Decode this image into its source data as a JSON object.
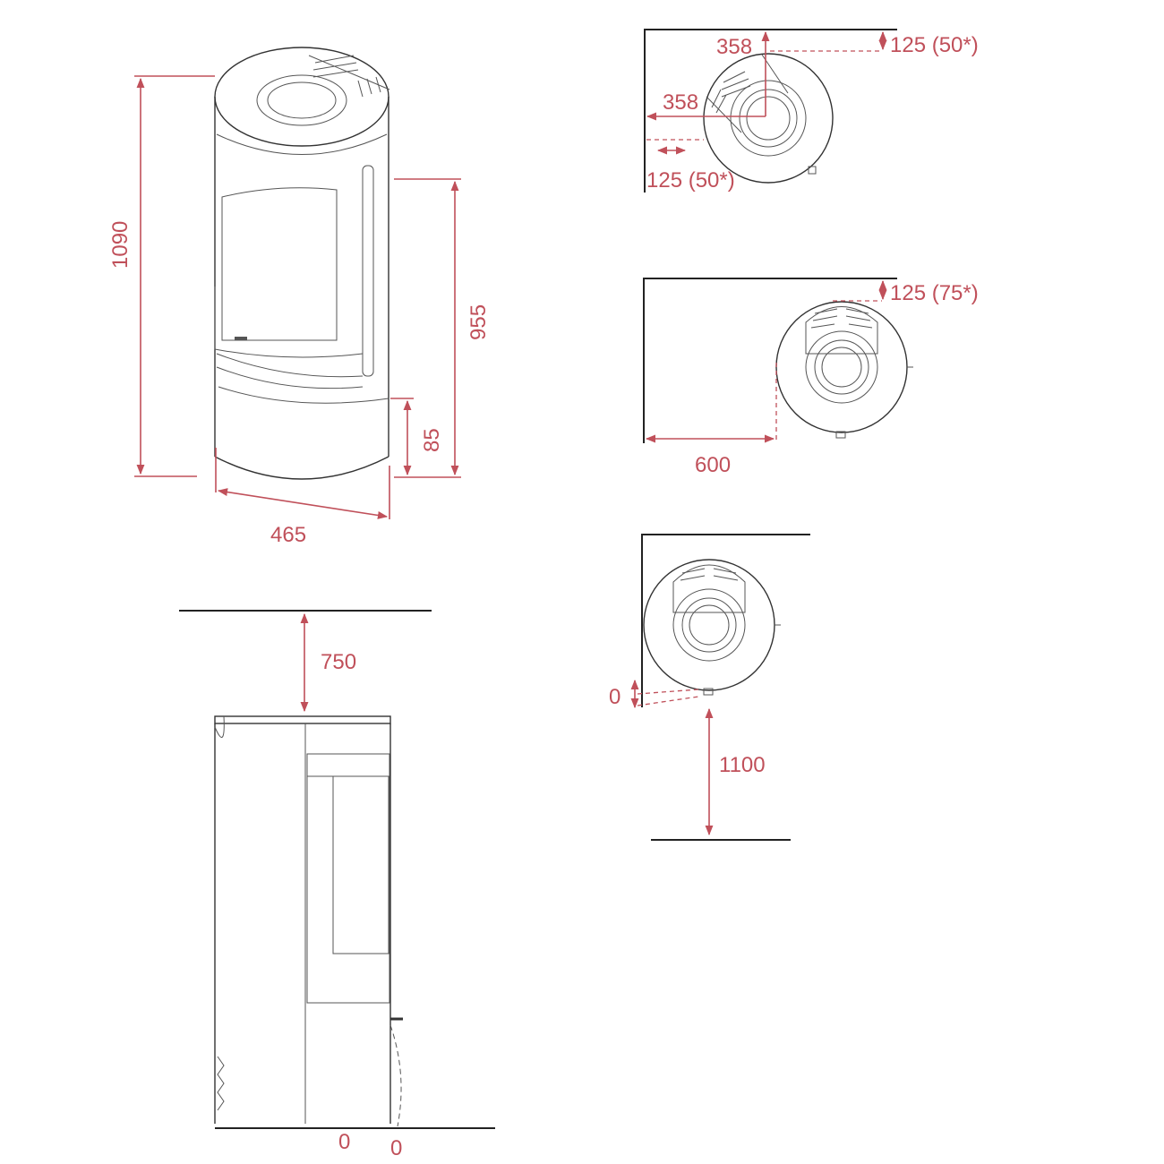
{
  "drawing": {
    "front_view": {
      "height_total": "1090",
      "height_door": "955",
      "height_base": "85",
      "width": "465"
    },
    "side_view": {
      "clearance_top": "750",
      "clearance_back": "0",
      "clearance_front_floor": "0"
    },
    "plan_corner": {
      "dist_a": "358",
      "dist_b": "358",
      "clearance_right": "125 (50*)",
      "clearance_left": "125 (50*)"
    },
    "plan_back_wall": {
      "clearance_back": "125 (75*)",
      "clearance_side": "600"
    },
    "plan_side_wall": {
      "clearance_side": "0",
      "clearance_front": "1100"
    },
    "colors": {
      "dimension": "#c0505a",
      "outline": "#333333"
    }
  }
}
